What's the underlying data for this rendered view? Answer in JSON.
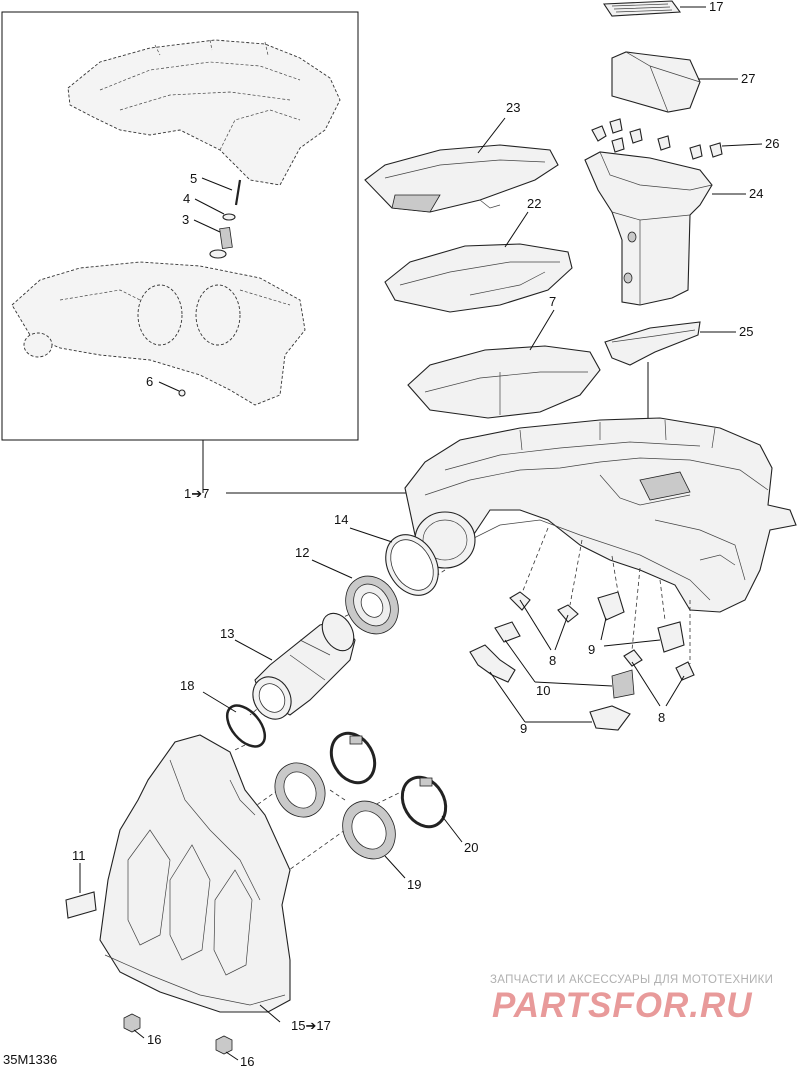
{
  "drawing_code": "35M1336",
  "callouts": {
    "c17_top": "17",
    "c27": "27",
    "c26": "26",
    "c24": "24",
    "c23": "23",
    "c22": "22",
    "c7": "7",
    "c25": "25",
    "c5": "5",
    "c4": "4",
    "c3": "3",
    "c6": "6",
    "c1_7": "1➔7",
    "c14": "14",
    "c12": "12",
    "c13": "13",
    "c18": "18",
    "c8_a": "8",
    "c9_a": "9",
    "c10": "10",
    "c8_b": "8",
    "c9_b": "9",
    "c11": "11",
    "c19": "19",
    "c20": "20",
    "c15_17": "15➔17",
    "c16_a": "16",
    "c16_b": "16"
  },
  "watermark": {
    "tagline": "ЗАПЧАСТИ И АКСЕССУАРЫ ДЛЯ МОТОТЕХНИКИ",
    "logo": "PARTSFOR.RU"
  }
}
